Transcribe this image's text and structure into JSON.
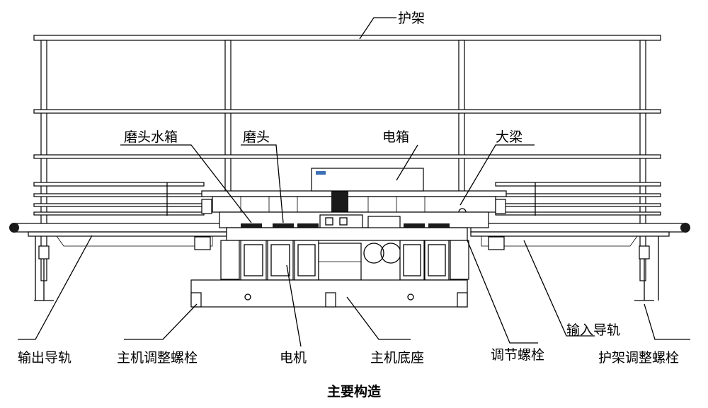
{
  "caption": "主要构造",
  "labels": {
    "guard_frame": "护架",
    "grinding_head_water_tank": "磨头水箱",
    "grinding_head": "磨头",
    "electrical_box": "电箱",
    "crossbeam": "大梁",
    "input_rail": "输入导轨",
    "output_rail": "输出导轨",
    "main_adjust_bolt": "主机调整螺栓",
    "motor": "电机",
    "main_base": "主机底座",
    "adjust_bolt": "调节螺栓",
    "guard_adjust_bolt": "护架调整螺栓"
  },
  "colors": {
    "line": "#000000",
    "background": "#ffffff"
  }
}
